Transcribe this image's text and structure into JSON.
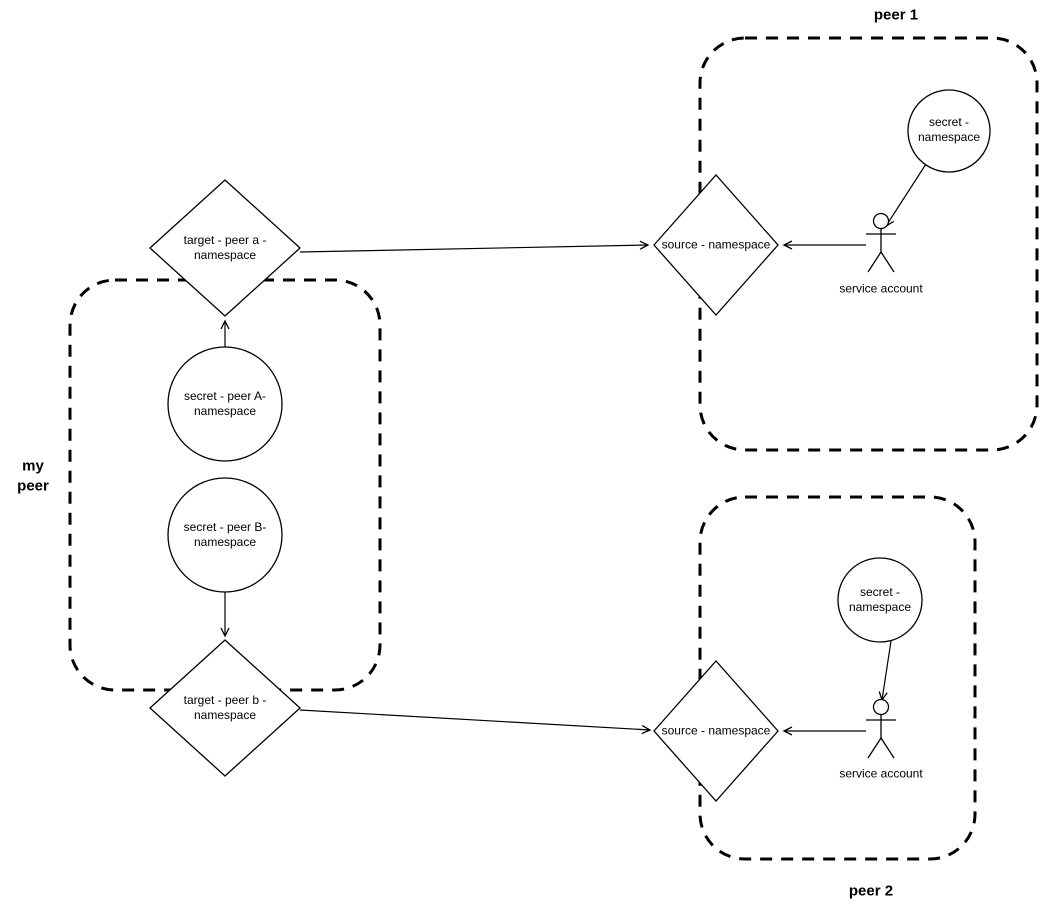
{
  "diagram": {
    "my_peer": {
      "title": "my\npeer",
      "target_peer_a_label": "target - peer a -\nnamespace",
      "secret_peer_a_label": "secret - peer A-\nnamespace",
      "secret_peer_b_label": "secret - peer B-\nnamespace",
      "target_peer_b_label": "target - peer b -\nnamespace"
    },
    "peer1": {
      "title": "peer 1",
      "secret_label": "secret -\nnamespace",
      "source_label": "source - namespace",
      "service_account_label": "service account"
    },
    "peer2": {
      "title": "peer 2",
      "secret_label": "secret -\nnamespace",
      "source_label": "source - namespace",
      "service_account_label": "service account"
    }
  }
}
